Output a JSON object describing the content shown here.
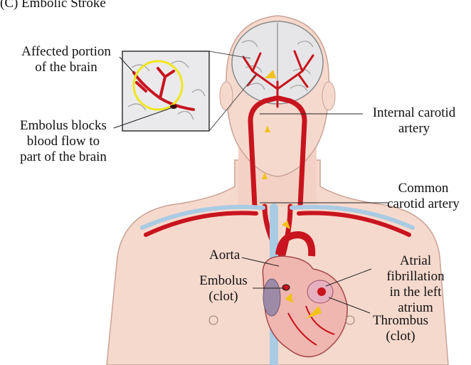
{
  "heading": "(C) Embolic Stroke",
  "labels": {
    "affected": [
      "Affected portion",
      "of the brain"
    ],
    "embolus_blocks": [
      "Embolus blocks",
      "blood flow to",
      "part of the brain"
    ],
    "internal_carotid": [
      "Internal carotid",
      "artery"
    ],
    "common_carotid": [
      "Common",
      "carotid artery"
    ],
    "aorta": "Aorta",
    "embolus": [
      "Embolus",
      "(clot)"
    ],
    "atrial": [
      "Atrial",
      "fibrillation",
      "in the left",
      "atrium"
    ],
    "thrombus": [
      "Thrombus",
      "(clot)"
    ]
  },
  "colors": {
    "skin": "#f6d9cd",
    "skin_outline": "#c9a396",
    "brain": "#e6e6e8",
    "artery": "#c8141e",
    "vein": "#a9cbe3",
    "arrow": "#f2c21b",
    "highlight_ring": "#f0e61e"
  }
}
